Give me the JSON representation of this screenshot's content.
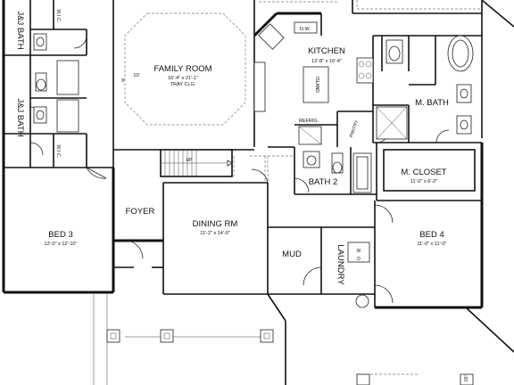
{
  "rooms": {
    "family_room": {
      "name": "FAMILY ROOM",
      "dims": "16'-4\" x 21'-1\"",
      "note": "TRAY CLG."
    },
    "kitchen": {
      "name": "KITCHEN",
      "dims": "13'-8\" x 16'-4\""
    },
    "island": "ISLAND",
    "dw": "D.W.",
    "refrig": "REFRIG.",
    "pantry": "PANTRY",
    "m_bath": "M. BATH",
    "m_closet": {
      "name": "M. CLOSET",
      "dims": "11'-0\" x 6'-2\""
    },
    "bath2": "BATH 2",
    "bed3": {
      "name": "BED 3",
      "dims": "12'-0\" x 12'-10\""
    },
    "bed4": {
      "name": "BED 4",
      "dims": "11'-0\" x 11'-0\""
    },
    "foyer": "FOYER",
    "dining": {
      "name": "DINING RM",
      "dims": "11'-2\" x 14'-0\""
    },
    "mud": "MUD",
    "laundry": "LAUNDRY",
    "wic_top": "W.I.C.",
    "wic_mid": "W.I.C.",
    "jj_bath_top": "J&J BATH",
    "jj_bath_mid": "J&J BATH",
    "stair_up": "UP",
    "ceiling_low": "9'",
    "ceiling_high": "10'",
    "wd_w": "W",
    "wd_d": "D",
    "edge_dim": "16'-"
  }
}
